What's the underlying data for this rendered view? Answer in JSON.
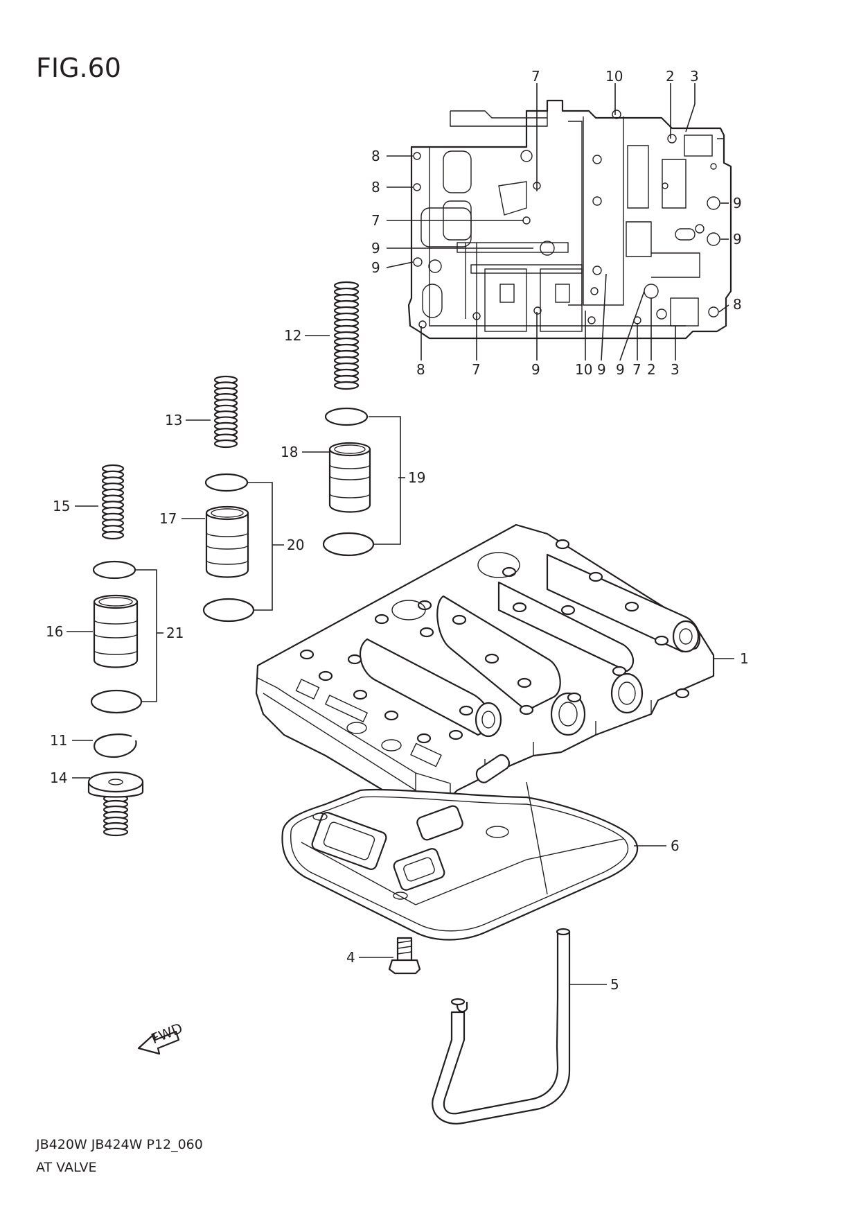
{
  "figure": {
    "title": "FIG.60"
  },
  "footer": {
    "code": "JB420W JB424W P12_060",
    "name": "AT VALVE"
  },
  "fwd_arrow": {
    "text": "FWD"
  },
  "callouts": {
    "top_7": "7",
    "top_10": "10",
    "top_2": "2",
    "top_3": "3",
    "l8a": "8",
    "l8b": "8",
    "l7": "7",
    "l9a": "9",
    "l9b": "9",
    "r9a": "9",
    "r9b": "9",
    "r8": "8",
    "b8": "8",
    "b7": "7",
    "b9": "9",
    "b10": "10",
    "b9b": "9",
    "b9c": "9",
    "b7b": "7",
    "b2": "2",
    "b3": "3",
    "p12": "12",
    "p13": "13",
    "p18": "18",
    "p19": "19",
    "p15": "15",
    "p17": "17",
    "p20": "20",
    "p16": "16",
    "p21": "21",
    "p11": "11",
    "p14": "14",
    "p1": "1",
    "p6": "6",
    "p4": "4",
    "p5": "5"
  }
}
